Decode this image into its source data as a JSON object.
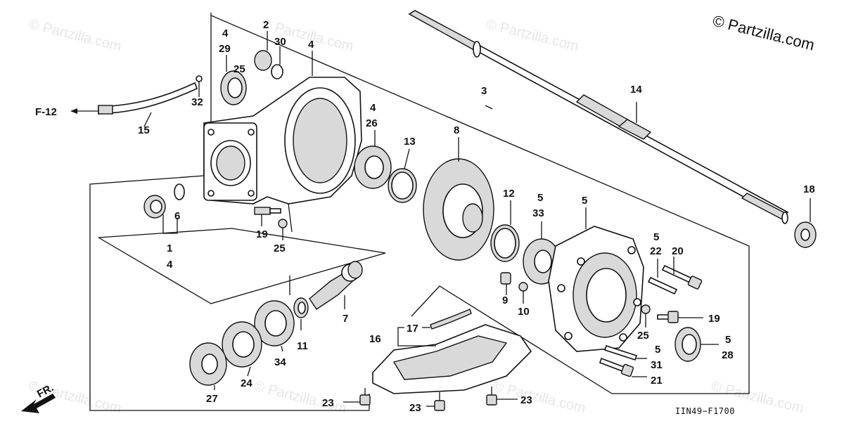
{
  "copyright": "© Partzilla.com",
  "watermark": "© Partzilla.com",
  "diagram_code": "IIN49−F1700",
  "front_arrow_label": "FR.",
  "ref_arrow_label": "F-12",
  "callouts": {
    "c_1": "1",
    "c_2": "2",
    "c_3": "3",
    "c_4a": "4",
    "c_4b": "4",
    "c_4c": "4",
    "c_4d": "4",
    "c_5a": "5",
    "c_5b": "5",
    "c_5c": "5",
    "c_5d": "5",
    "c_5e": "5",
    "c_6": "6",
    "c_7": "7",
    "c_8": "8",
    "c_9": "9",
    "c_10": "10",
    "c_11": "11",
    "c_12": "12",
    "c_13": "13",
    "c_14": "14",
    "c_15": "15",
    "c_16": "16",
    "c_17": "17",
    "c_18": "18",
    "c_19a": "19",
    "c_19b": "19",
    "c_20": "20",
    "c_21": "21",
    "c_22": "22",
    "c_23a": "23",
    "c_23b": "23",
    "c_23c": "23",
    "c_24": "24",
    "c_25a": "25",
    "c_25b": "25",
    "c_25c": "25",
    "c_26": "26",
    "c_27": "27",
    "c_28": "28",
    "c_29": "29",
    "c_30": "30",
    "c_31": "31",
    "c_32": "32",
    "c_33": "33",
    "c_34": "34"
  }
}
